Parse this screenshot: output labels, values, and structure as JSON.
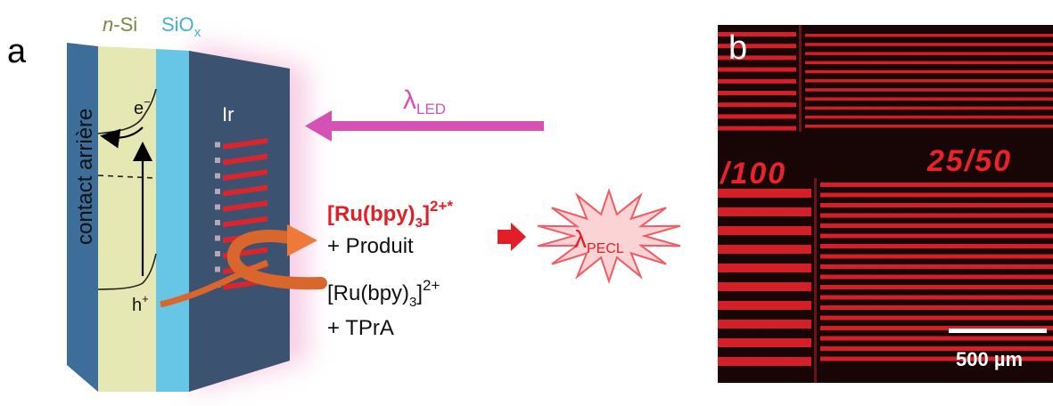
{
  "panel_a": {
    "label": "a",
    "layer_nsi": {
      "prefix": "n",
      "suffix": "-Si"
    },
    "layer_siox": {
      "main": "SiO",
      "sub": "x"
    },
    "back_contact": "contact arrière",
    "metal": "Ir",
    "electron": {
      "main": "e",
      "sup": "−"
    },
    "hole": {
      "main": "h",
      "sup": "+"
    },
    "led": {
      "symbol": "λ",
      "sub": "LED"
    },
    "excited_state": {
      "main": "[Ru(bpy)",
      "sub": "3",
      "close": "]",
      "sup": "2+*"
    },
    "product": "+ Produit",
    "reactant": {
      "main": "[Ru(bpy)",
      "sub": "3",
      "close": "]",
      "sup": "2+"
    },
    "tpra": "+ TPrA",
    "emission": {
      "symbol": "λ",
      "sub": "PECL"
    }
  },
  "panel_b": {
    "label": "b",
    "left_label": "/100",
    "right_label": "25/50",
    "scale_bar": "500 µm"
  },
  "colors": {
    "back_contact": "#3d6e99",
    "n_si": "#e6e8b4",
    "siox": "#67c6e6",
    "iridium": "#3b5270",
    "n_si_label": "#80863f",
    "siox_label": "#3fb3cf",
    "led": "#d651b5",
    "highlight_red": "#e41e26",
    "hole_arrow": "#d9662c",
    "micrograph_bg": "#140405",
    "micrograph_line": "#e8242a"
  }
}
